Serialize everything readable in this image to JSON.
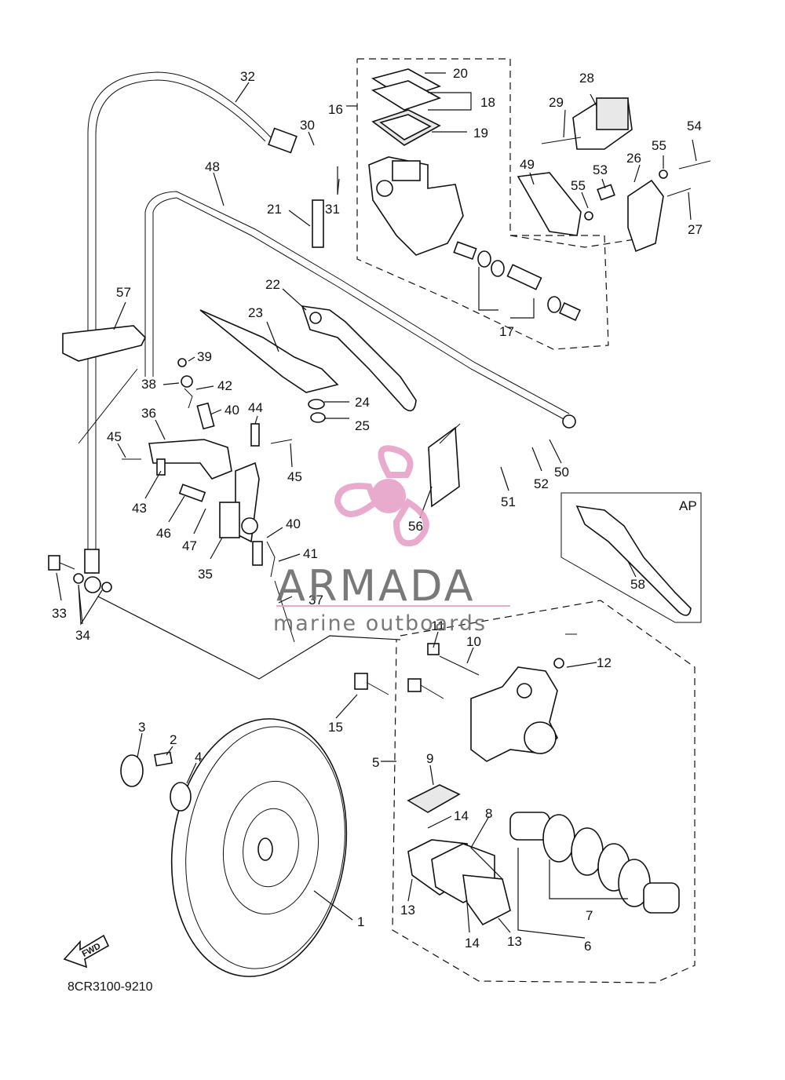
{
  "diagram": {
    "code": "8CR3100-9210",
    "fwd_label": "FWD",
    "ap_label": "AP"
  },
  "watermark": {
    "brand": "ARMADA",
    "tagline": "marine outboards",
    "accent_color": "#e6a1c8"
  },
  "callouts": {
    "c1": "1",
    "c2": "2",
    "c3": "3",
    "c4": "4",
    "c5": "5",
    "c6": "6",
    "c7": "7",
    "c8": "8",
    "c9": "9",
    "c10": "10",
    "c11": "11",
    "c12": "12",
    "c13a": "13",
    "c13b": "13",
    "c14a": "14",
    "c14b": "14",
    "c15": "15",
    "c16": "16",
    "c17": "17",
    "c18": "18",
    "c19": "19",
    "c20": "20",
    "c21": "21",
    "c22": "22",
    "c23": "23",
    "c24": "24",
    "c25": "25",
    "c26": "26",
    "c27": "27",
    "c28": "28",
    "c29": "29",
    "c30": "30",
    "c31": "31",
    "c32": "32",
    "c33": "33",
    "c34": "34",
    "c35": "35",
    "c36": "36",
    "c37": "37",
    "c38": "38",
    "c39": "39",
    "c40a": "40",
    "c40b": "40",
    "c41": "41",
    "c42": "42",
    "c43": "43",
    "c44": "44",
    "c45a": "45",
    "c45b": "45",
    "c46": "46",
    "c47": "47",
    "c48": "48",
    "c49": "49",
    "c50": "50",
    "c51": "51",
    "c52": "52",
    "c53": "53",
    "c54": "54",
    "c55a": "55",
    "c55b": "55",
    "c56": "56",
    "c57": "57",
    "c58": "58"
  }
}
